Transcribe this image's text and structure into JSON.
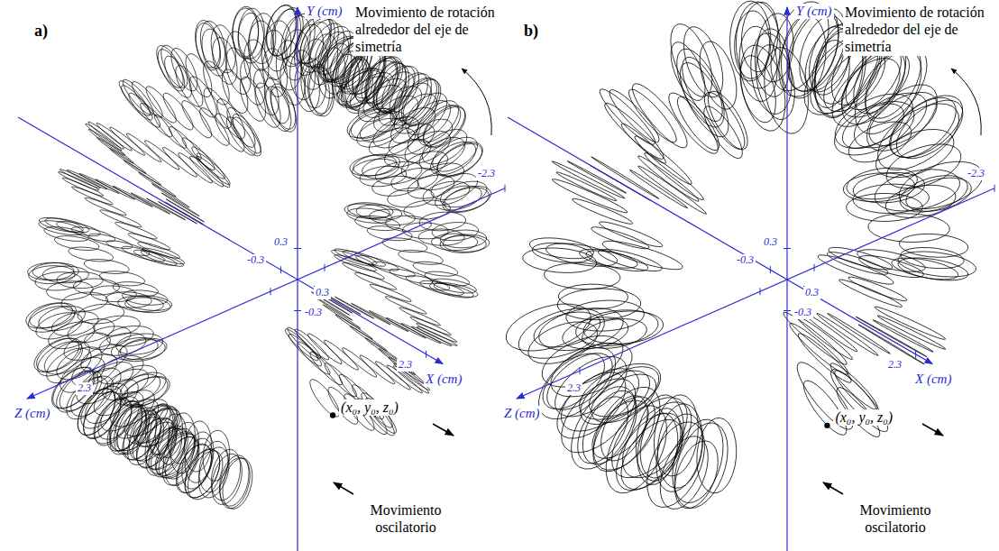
{
  "diagram": {
    "labels": [
      "a)",
      "Y (cm)",
      "Movimiento de rotación alrededor del eje de simetría",
      "-2.3",
      "0.3",
      "-0.3",
      "0.3",
      "-0.3",
      "Z (cm)",
      "2.3",
      "2.3",
      "X (cm)",
      "(x₀, y₀, z₀)",
      "Movimiento oscilatorio",
      "b)",
      "Y (cm)",
      "Movimiento de rotación alrededor del eje de simetría",
      "-2.3",
      "0.3",
      "-0.3",
      "0.3",
      "-0.3",
      "Z (cm)",
      "2.3",
      "2.3",
      "X (cm)",
      "(x₀, y₀, z₀)",
      "Movimiento oscilatorio"
    ]
  }
}
